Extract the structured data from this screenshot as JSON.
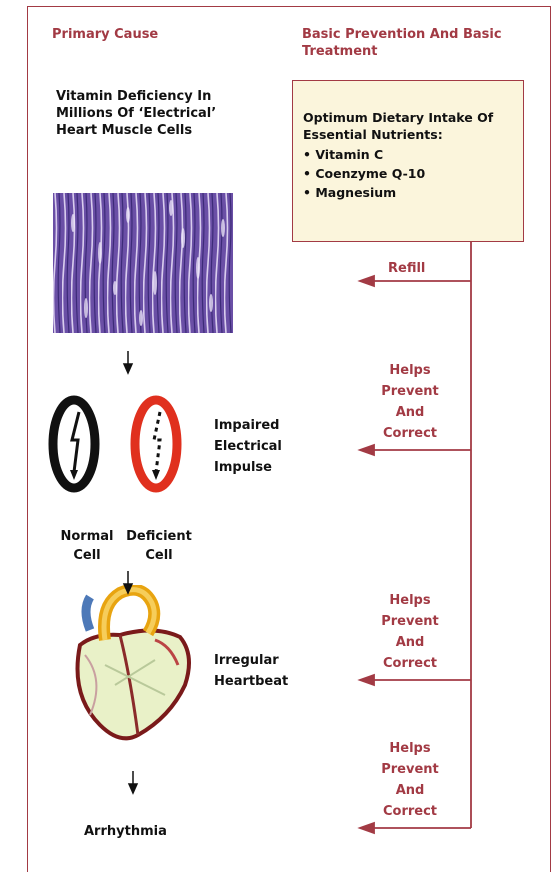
{
  "left_header": "Primary Cause",
  "right_header": "Basic Prevention And Basic Treatment",
  "stage1": {
    "text": "Vitamin Deficiency In Millions Of ‘Electrical’ Heart Muscle Cells"
  },
  "box": {
    "title": "Optimum Dietary Intake Of Essential Nutrients:",
    "items": [
      "Vitamin C",
      "Coenzyme Q-10",
      "Magnesium"
    ]
  },
  "arrows": {
    "refill": "Refill",
    "helps": [
      "Helps",
      "Prevent",
      "And",
      "Correct"
    ]
  },
  "stage2": {
    "text": "Impaired Electrical Impulse",
    "normal_label": "Normal Cell",
    "deficient_label": "Deficient Cell"
  },
  "stage3": {
    "text": "Irregular Heartbeat"
  },
  "stage4": {
    "text": "Arrhythmia"
  },
  "colors": {
    "accent": "#a23a44",
    "box_fill": "#fbf5dc",
    "cells": "#7b5fb0",
    "deficient": "#e0301e"
  }
}
